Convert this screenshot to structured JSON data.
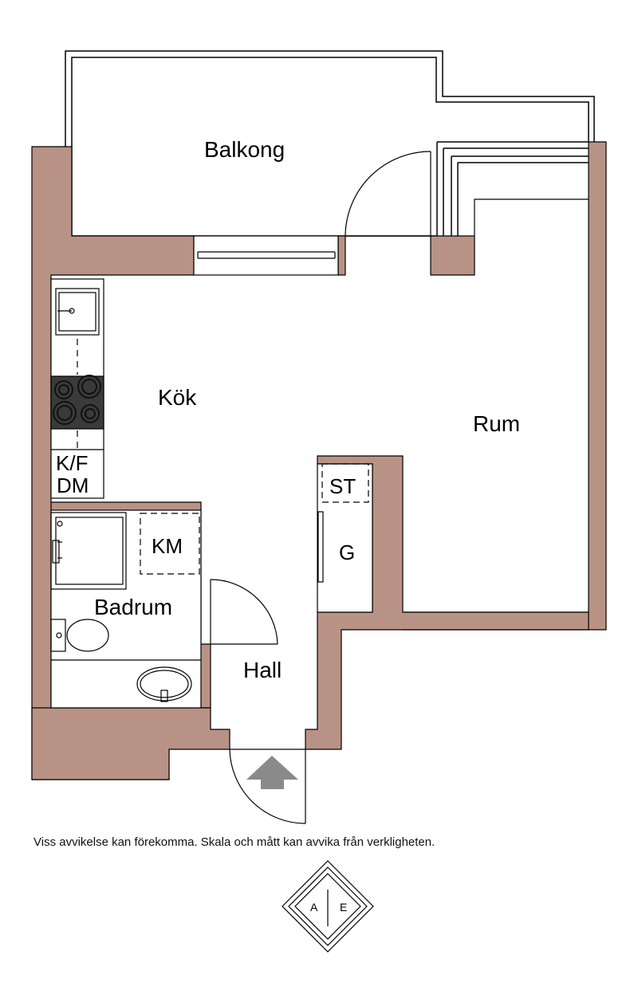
{
  "rooms": {
    "balkong": "Balkong",
    "kok": "Kök",
    "rum": "Rum",
    "badrum": "Badrum",
    "hall": "Hall"
  },
  "fixtures": {
    "kf": "K/F",
    "dm": "DM",
    "st": "ST",
    "g": "G",
    "km": "KM"
  },
  "disclaimer": "Viss avvikelse kan förekomma. Skala och mått kan avvika från verkligheten.",
  "logo": {
    "left": "A",
    "right": "E"
  },
  "colors": {
    "wall": "#b89385",
    "stove": "#3a3a3a",
    "arrow": "#8a8a8a"
  }
}
